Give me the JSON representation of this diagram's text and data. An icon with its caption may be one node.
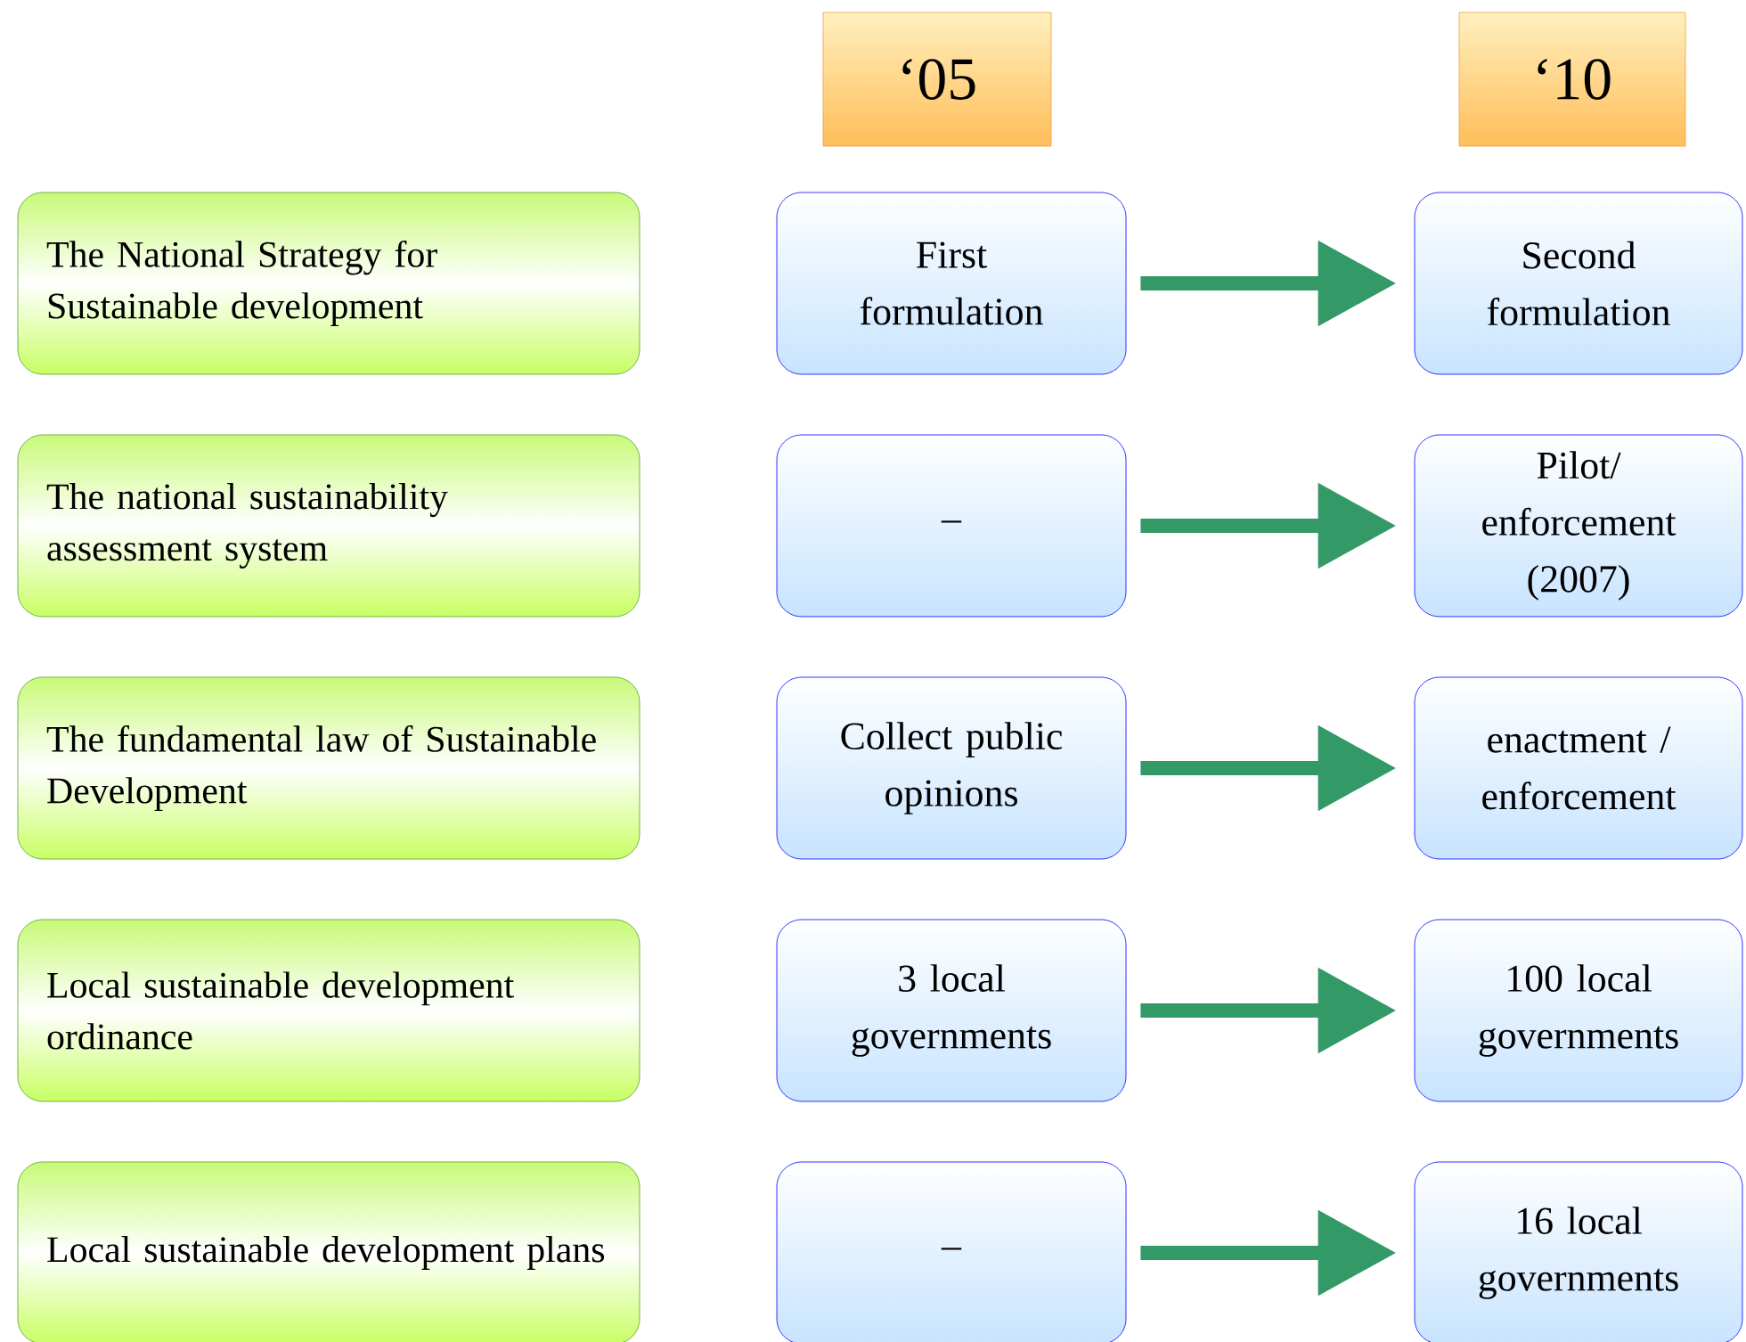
{
  "diagram": {
    "nodes": [
      {
        "text": [
          "‘05"
        ]
      },
      {
        "text": [
          "‘10"
        ]
      },
      {
        "text": [
          "The National Strategy for Sustainable development"
        ]
      },
      {
        "text": [
          "First formulation"
        ]
      },
      {
        "text": [
          "Second formulation"
        ]
      },
      {
        "text": [
          "The national sustainability assessment system"
        ]
      },
      {
        "text": [
          "–"
        ]
      },
      {
        "text": [
          "Pilot/ enforcement (2007)"
        ]
      },
      {
        "text": [
          "The fundamental law of Sustainable Development"
        ]
      },
      {
        "text": [
          "Collect public opinions"
        ]
      },
      {
        "text": [
          "enactment / enforcement"
        ]
      },
      {
        "text": [
          "Local sustainable development ordinance"
        ]
      },
      {
        "text": [
          "3 local governments"
        ]
      },
      {
        "text": [
          "100 local governments"
        ]
      },
      {
        "text": [
          "Local sustainable development plans"
        ]
      },
      {
        "text": [
          "–"
        ]
      },
      {
        "text": [
          "16 local governments"
        ]
      }
    ],
    "edges": [
      {
        "from": 3,
        "to": 4,
        "arrow": "to"
      },
      {
        "from": 6,
        "to": 7,
        "arrow": "to"
      },
      {
        "from": 9,
        "to": 10,
        "arrow": "to"
      },
      {
        "from": 12,
        "to": 13,
        "arrow": "to"
      },
      {
        "from": 15,
        "to": 16,
        "arrow": "to"
      }
    ]
  }
}
